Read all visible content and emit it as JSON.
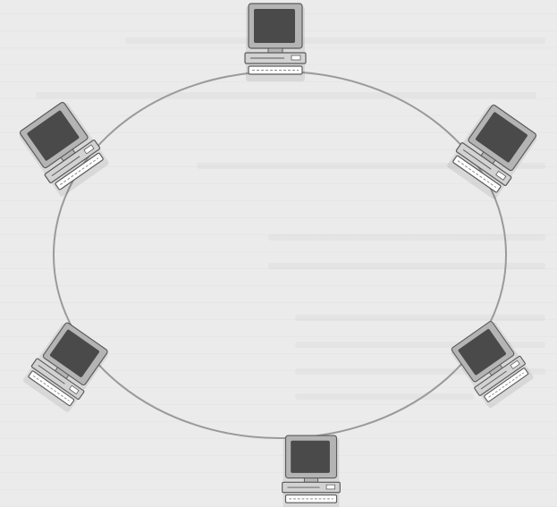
{
  "diagram": {
    "topology": "ring",
    "node_icon": "desktop-computer-icon",
    "node_count": 6,
    "nodes": [
      {
        "id": "computer-top"
      },
      {
        "id": "computer-upper-right"
      },
      {
        "id": "computer-lower-right"
      },
      {
        "id": "computer-bottom"
      },
      {
        "id": "computer-lower-left"
      },
      {
        "id": "computer-upper-left"
      }
    ],
    "colors": {
      "background": "#ebebeb",
      "ring": "#9a9a9a",
      "screen": "#4a4a4a",
      "monitor_frame": "#b4b4b4",
      "keyboard": "#d2d2d2",
      "outline": "#5a5a5a"
    }
  }
}
